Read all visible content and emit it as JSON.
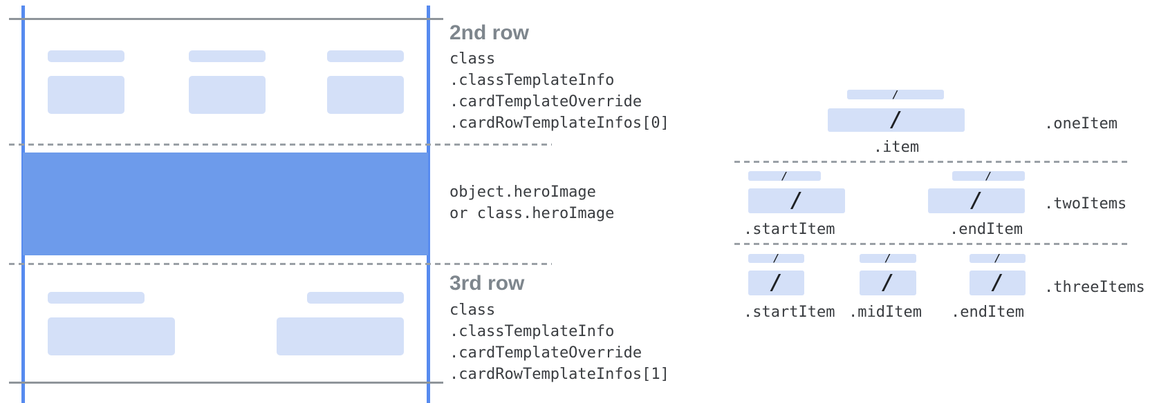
{
  "colors": {
    "bar_fill": "#d4e0f8",
    "hero_fill": "#6d9beb",
    "guide_blue": "#578bef",
    "line_gray": "#8f959a",
    "dash_gray": "#9aa0a6",
    "heading_gray": "#7e868d",
    "code_text": "#3a3d41",
    "slash_color": "#1f2124"
  },
  "glyphs": {
    "slash": "/"
  },
  "annotations": {
    "second_row": {
      "heading": "2nd row",
      "code": [
        "class",
        ".classTemplateInfo",
        ".cardTemplateOverride",
        ".cardRowTemplateInfos[0]"
      ]
    },
    "hero": {
      "code": [
        "object.heroImage",
        "or class.heroImage"
      ]
    },
    "third_row": {
      "heading": "3rd row",
      "code": [
        "class",
        ".classTemplateInfo",
        ".cardTemplateOverride",
        ".cardRowTemplateInfos[1]"
      ]
    }
  },
  "item_layouts": {
    "one_item": {
      "container_label": ".oneItem",
      "item_labels": [
        ".item"
      ]
    },
    "two_items": {
      "container_label": ".twoItems",
      "item_labels": [
        ".startItem",
        ".endItem"
      ]
    },
    "three_items": {
      "container_label": ".threeItems",
      "item_labels": [
        ".startItem",
        ".midItem",
        ".endItem"
      ]
    }
  }
}
